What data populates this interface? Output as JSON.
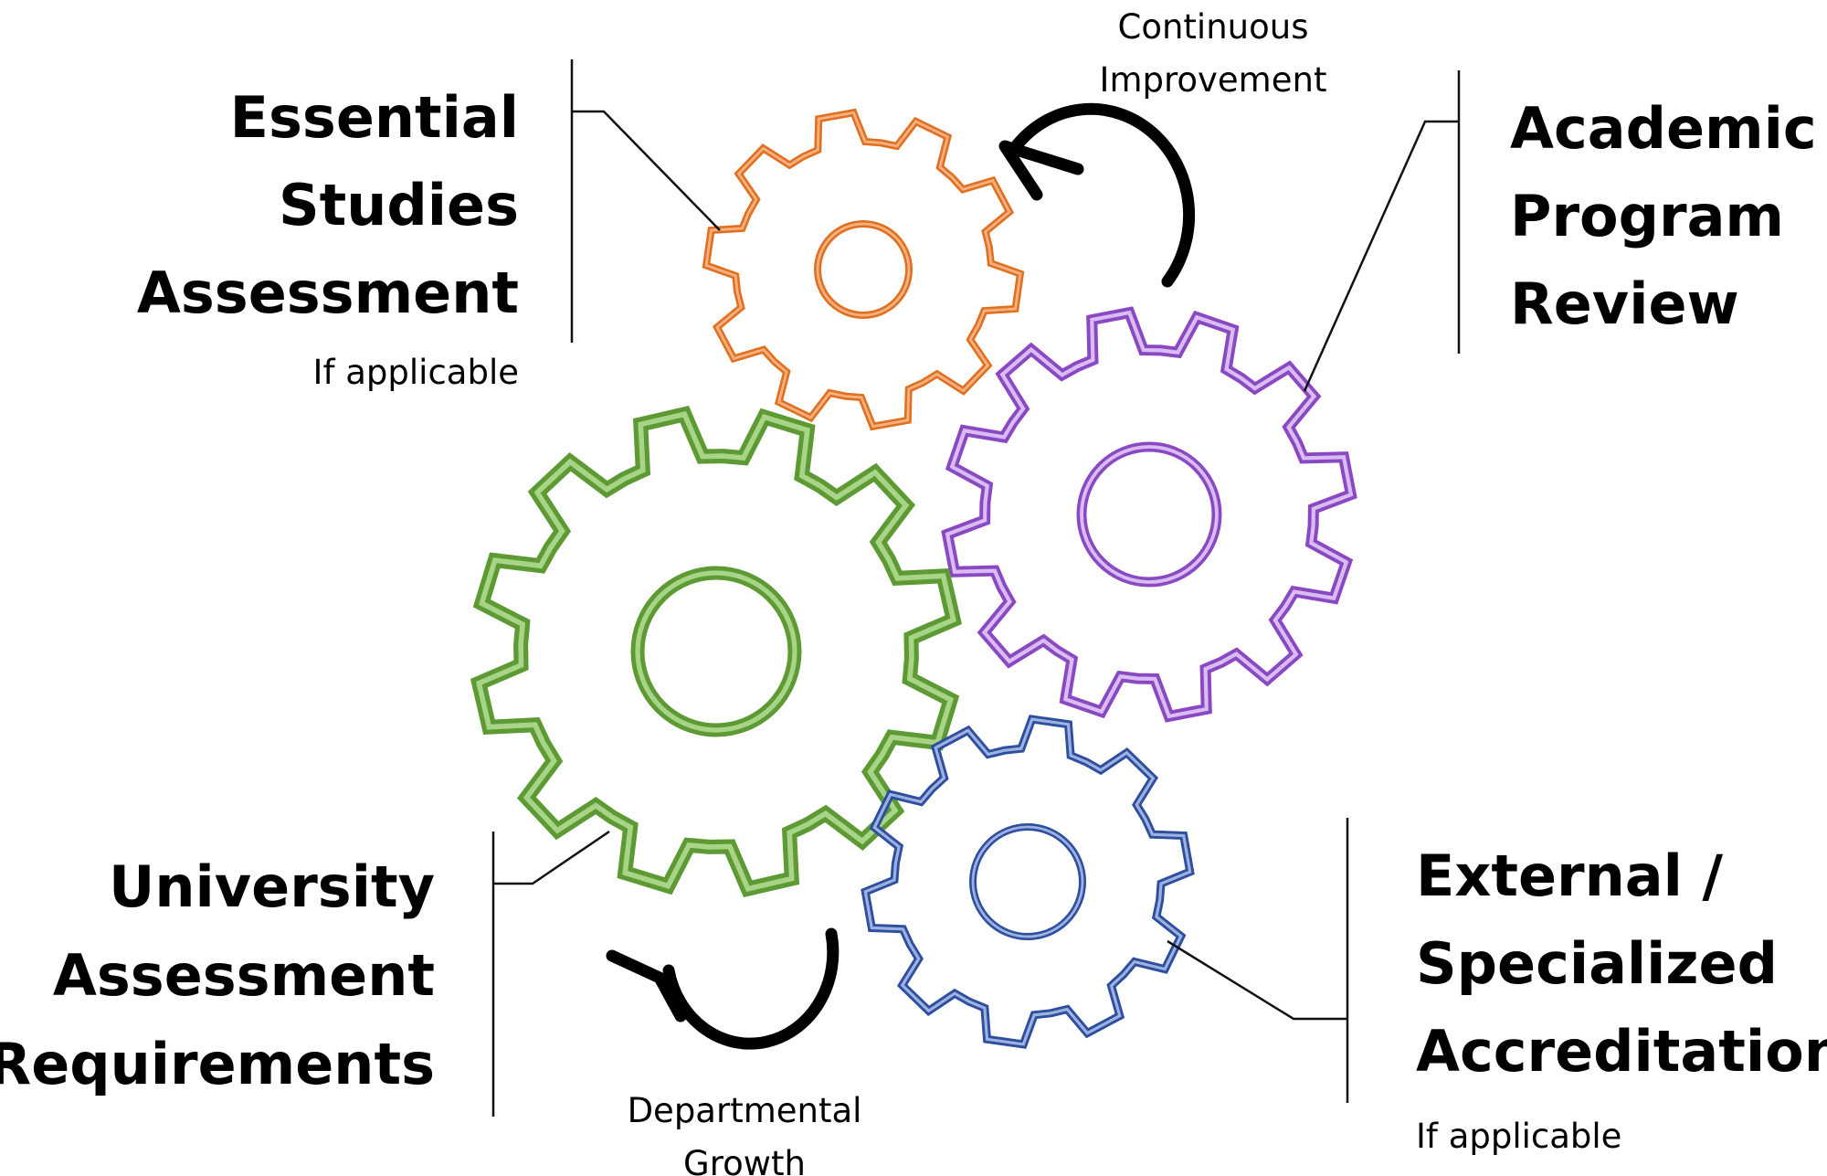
{
  "labels": {
    "essential": {
      "lines": [
        "Essential",
        "Studies",
        "Assessment"
      ],
      "note": "If applicable"
    },
    "academic": {
      "lines": [
        "Academic",
        "Program",
        "Review"
      ]
    },
    "university": {
      "lines": [
        "University",
        "Assessment",
        "Requirements"
      ]
    },
    "external": {
      "lines": [
        "External /",
        "Specialized",
        "Accreditation"
      ],
      "note": "If applicable"
    }
  },
  "cycles": {
    "continuous": {
      "lines": [
        "Continuous",
        "Improvement"
      ]
    },
    "departmental": {
      "lines": [
        "Departmental",
        "Growth"
      ]
    }
  },
  "gears": {
    "orange": {
      "color": "#E07020",
      "highlight": "#F6B183",
      "teeth": 10,
      "icon": "gear-icon"
    },
    "purple": {
      "color": "#8A48C2",
      "highlight": "#D8BCF2",
      "teeth": 12,
      "icon": "gear-icon"
    },
    "green": {
      "color": "#5E9A34",
      "highlight": "#A8D488",
      "teeth": 12,
      "icon": "gear-icon"
    },
    "blue": {
      "color": "#2E4E9E",
      "highlight": "#9EB2E2",
      "teeth": 10,
      "icon": "gear-icon"
    }
  }
}
